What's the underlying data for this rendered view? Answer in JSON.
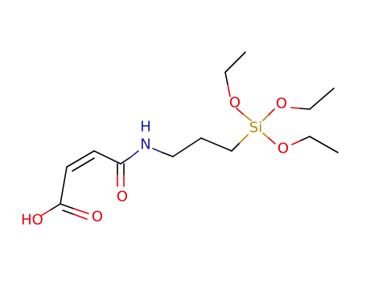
{
  "atoms": {
    "hydroxyl": "HO",
    "acid_oxygen": "O",
    "amide_oxygen": "O",
    "amide_nitrogen": "N",
    "amide_hydrogen": "H",
    "silicon": "Si",
    "ether_oxygen_top": "O",
    "ether_oxygen_right": "O",
    "ether_oxygen_bottom": "O"
  },
  "colors": {
    "carbon_bonds": "#000000",
    "oxygen": "#e8000b",
    "nitrogen": "#1a1aa8",
    "silicon": "#b8860b",
    "background": "#ffffff"
  }
}
